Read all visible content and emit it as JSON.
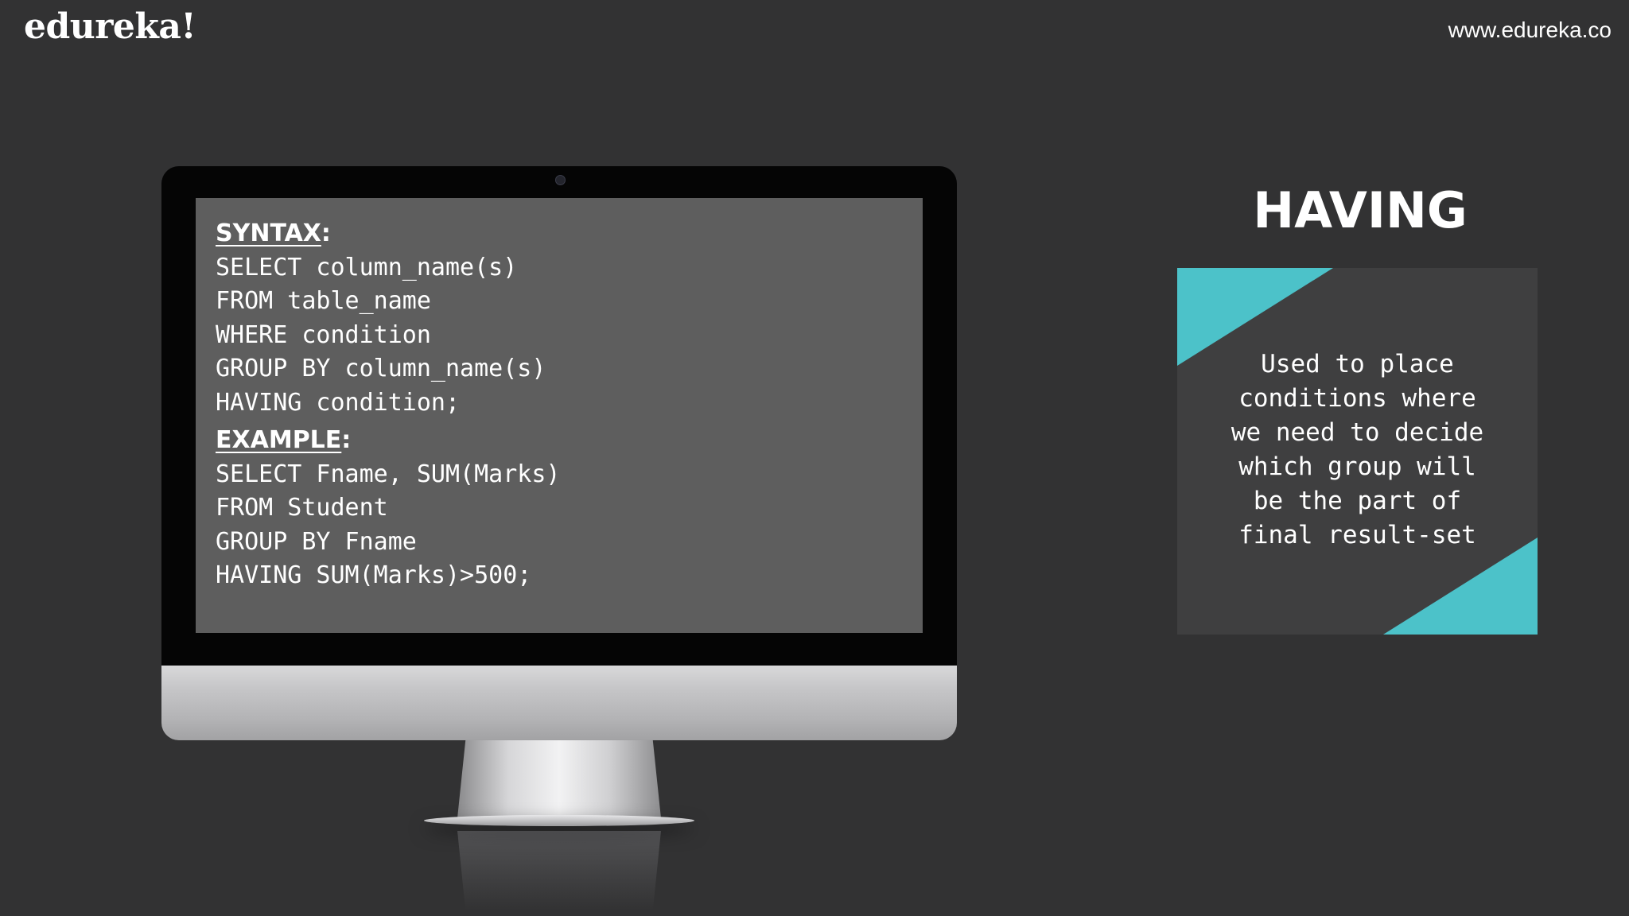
{
  "header": {
    "logo_text": "edureka!",
    "url": "www.edureka.co"
  },
  "monitor": {
    "syntax": {
      "heading": "SYNTAX",
      "lines": [
        "SELECT column_name(s)",
        "FROM table_name",
        "WHERE condition",
        "GROUP BY column_name(s)",
        "HAVING condition;"
      ]
    },
    "example": {
      "heading": "EXAMPLE",
      "lines": [
        "SELECT Fname, SUM(Marks)",
        "FROM Student",
        "GROUP BY Fname",
        "HAVING SUM(Marks)>500;"
      ]
    }
  },
  "panel": {
    "title": "HAVING",
    "description_lines": [
      "Used to place",
      "conditions where",
      "we need to decide",
      "which group will",
      "be the part of",
      "final result-set"
    ],
    "accent_color": "#4cc2c9"
  },
  "colors": {
    "background": "#323233",
    "screen": "#5e5e5e",
    "card": "#3f3f40"
  }
}
